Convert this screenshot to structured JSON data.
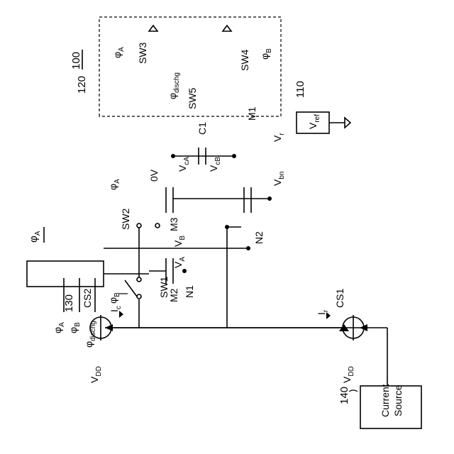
{
  "figure": {
    "number": "100",
    "phase_label": "φA"
  },
  "blocks": {
    "current_source": {
      "ref": "140",
      "line1": "Current",
      "line2": "Source"
    },
    "controller": {
      "ref": "130",
      "outputs": [
        "φA",
        "φB",
        "φdischg"
      ]
    },
    "switch_group": {
      "ref": "120"
    },
    "vref": {
      "ref": "110",
      "label": "Vref"
    }
  },
  "sources": {
    "cs1": {
      "name": "CS1",
      "supply": "VDD",
      "current": "Ir"
    },
    "cs2": {
      "name": "CS2",
      "supply": "VDD",
      "current": "Ic"
    }
  },
  "transistors": [
    "M1",
    "M2",
    "M3"
  ],
  "switches": {
    "sw1": {
      "name": "SW1",
      "phase": "φB"
    },
    "sw2": {
      "name": "SW2",
      "phase": "φA"
    },
    "sw3": {
      "name": "SW3",
      "phase": "φA"
    },
    "sw4": {
      "name": "SW4",
      "phase": "φB"
    },
    "sw5": {
      "name": "SW5",
      "phase": "φdischg"
    }
  },
  "capacitor": {
    "name": "C1"
  },
  "nodes": {
    "n1": "N1",
    "n2": "N2",
    "va": "VA",
    "vb": "VB",
    "vca": "VcA",
    "vcb": "VcB",
    "vbn": "Vbn",
    "vr": "Vr",
    "zero": "0V"
  }
}
